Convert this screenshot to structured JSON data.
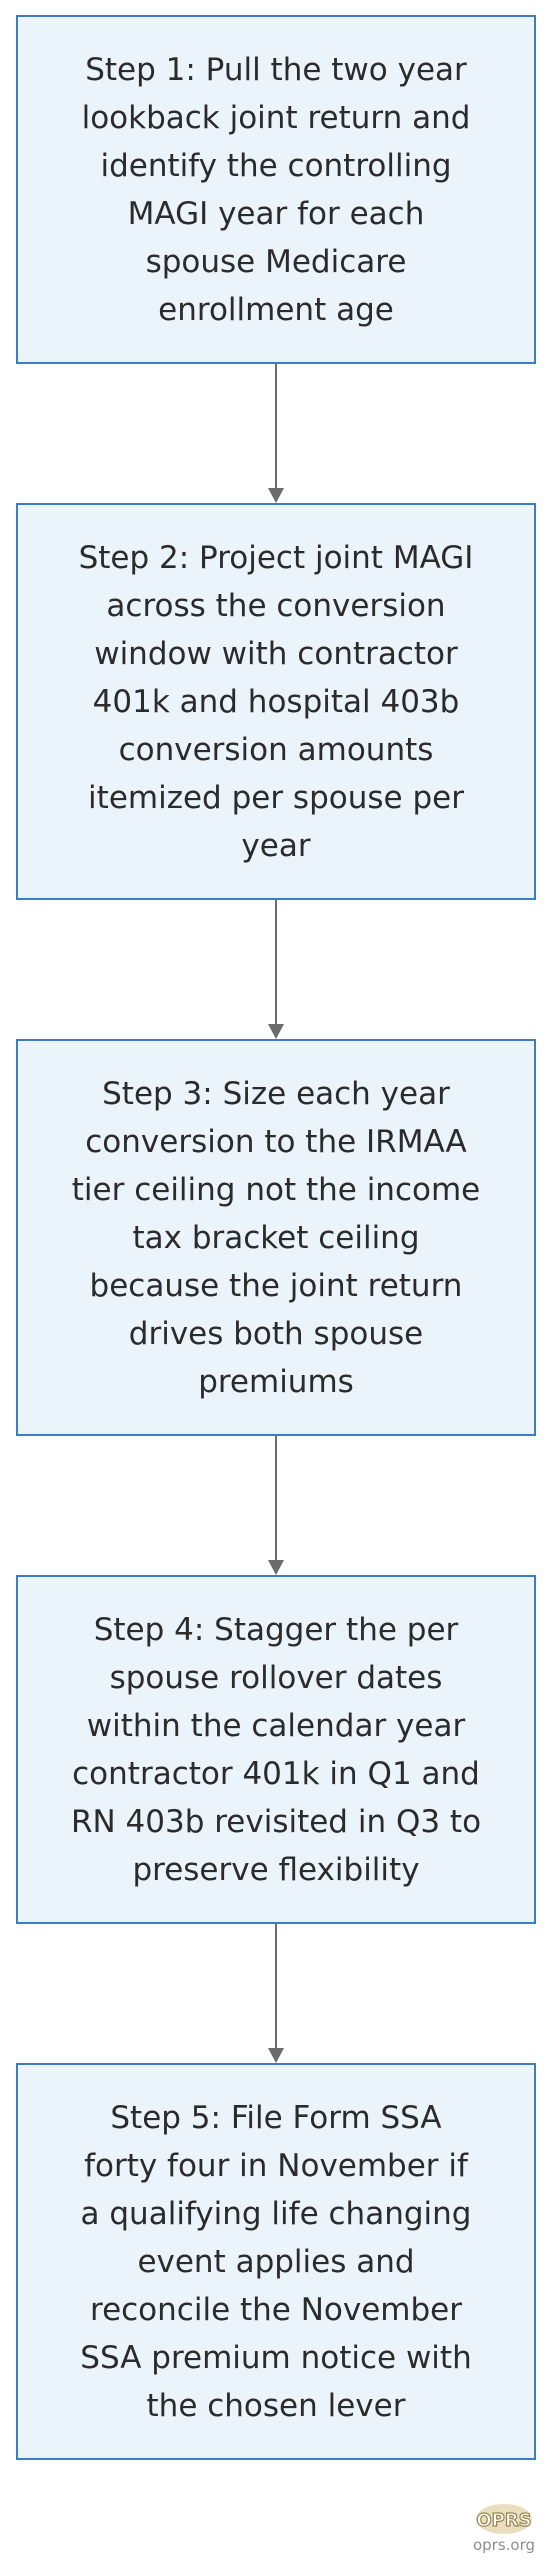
{
  "diagram": {
    "steps": [
      {
        "text": "Step 1: Pull the two year lookback joint return and identify the controlling MAGI year for each spouse Medicare enrollment age"
      },
      {
        "text": "Step 2: Project joint MAGI across the conversion window with contractor 401k and hospital 403b conversion amounts itemized per spouse per year"
      },
      {
        "text": "Step 3: Size each year conversion to the IRMAA tier ceiling not the income tax bracket ceiling because the joint return drives both spouse premiums"
      },
      {
        "text": "Step 4: Stagger the per spouse rollover dates within the calendar year contractor 401k in Q1 and RN 403b revisited in Q3 to preserve flexibility"
      },
      {
        "text": "Step 5: File Form SSA forty four in November if a qualifying life changing event applies and reconcile the November SSA premium notice with the chosen lever"
      }
    ],
    "colors": {
      "box_fill": "#ebf3fb",
      "box_border": "#3c7fc1",
      "arrow": "#6b6b6b",
      "text": "#2b2b2b"
    }
  },
  "watermark": {
    "logo_text": "OPRS",
    "url": "oprs.org"
  }
}
